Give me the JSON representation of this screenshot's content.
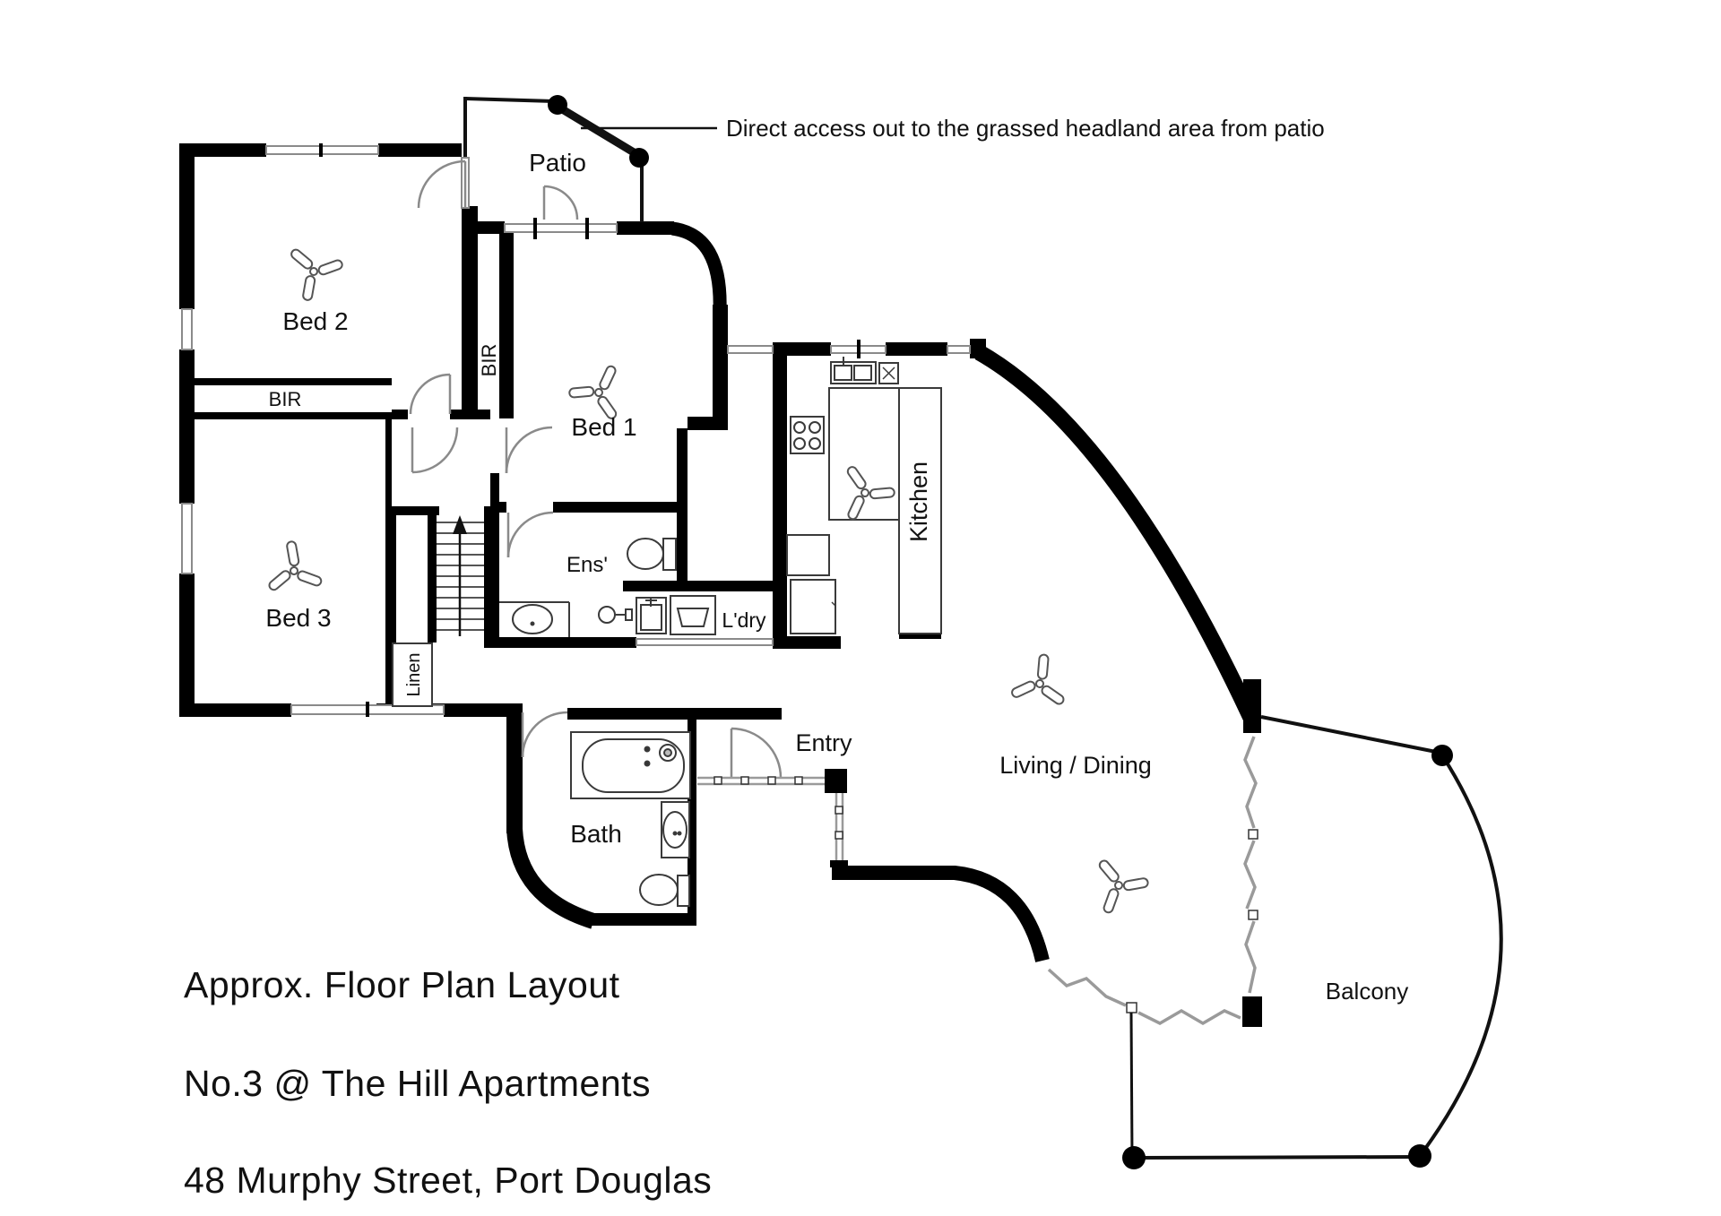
{
  "annotation": {
    "text": "Direct access out to the grassed headland area from patio"
  },
  "rooms": {
    "patio": "Patio",
    "bed2": "Bed 2",
    "bed1": "Bed 1",
    "bed3": "Bed 3",
    "bir_bed2": "BIR",
    "bir_bed1": "BIR",
    "kitchen": "Kitchen",
    "ens": "Ens'",
    "ldry": "L'dry",
    "linen": "Linen",
    "entry": "Entry",
    "bath": "Bath",
    "living": "Living / Dining",
    "balcony": "Balcony"
  },
  "title_block": {
    "line1": "Approx. Floor Plan Layout",
    "line2": "No.3 @ The Hill Apartments",
    "line3": "48 Murphy Street, Port Douglas"
  },
  "colors": {
    "wall": "#000000",
    "window": "#909090",
    "door": "#8a8a8a",
    "fixture": "#3a3a3a",
    "text": "#111111"
  }
}
